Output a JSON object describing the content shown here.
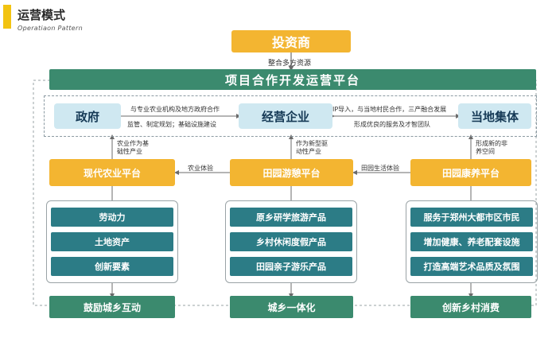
{
  "header": {
    "title": "运营模式",
    "subtitle": "Operatiaon Pattern"
  },
  "investor": {
    "label": "投资商"
  },
  "integrate_label": "整合多方资源",
  "platform": {
    "label": "项目合作开发运营平台"
  },
  "government": {
    "label": "政府"
  },
  "enterprise": {
    "label": "经营企业"
  },
  "collective": {
    "label": "当地集体"
  },
  "gov_enterprise_top": "与专业农业机构及地方政府合作",
  "gov_enterprise_bottom": "监管、制定规划；基础设施建设",
  "ent_collective_top": "IP导入，与当地村民合作，三产融合发展",
  "ent_collective_bottom": "形成优良的服务及才智团队",
  "annotations": {
    "left_up": "农业作为基\n础性产业",
    "mid_up": "作为新型驱\n动性产业",
    "right_up": "形成新的非\n养空间",
    "agri_experience": "农业体验",
    "rural_life_experience": "田园生活体验"
  },
  "platforms": [
    {
      "label": "现代农业平台",
      "items": [
        "劳动力",
        "土地资产",
        "创新要素"
      ],
      "footer": "鼓励城乡互动"
    },
    {
      "label": "田园游憩平台",
      "items": [
        "原乡研学旅游产品",
        "乡村休闲度假产品",
        "田园亲子游乐产品"
      ],
      "footer": "城乡一体化"
    },
    {
      "label": "田园康养平台",
      "items": [
        "服务于郑州大都市区市民",
        "增加健康、养老配套设施",
        "打造高端艺术品质及氛围"
      ],
      "footer": "创新乡村消费"
    }
  ],
  "colors": {
    "orange": "#f3b531",
    "green": "#3b8a6e",
    "teal": "#2c7c86",
    "lightblue": "#cfe8f1",
    "accent": "#f2c311"
  }
}
